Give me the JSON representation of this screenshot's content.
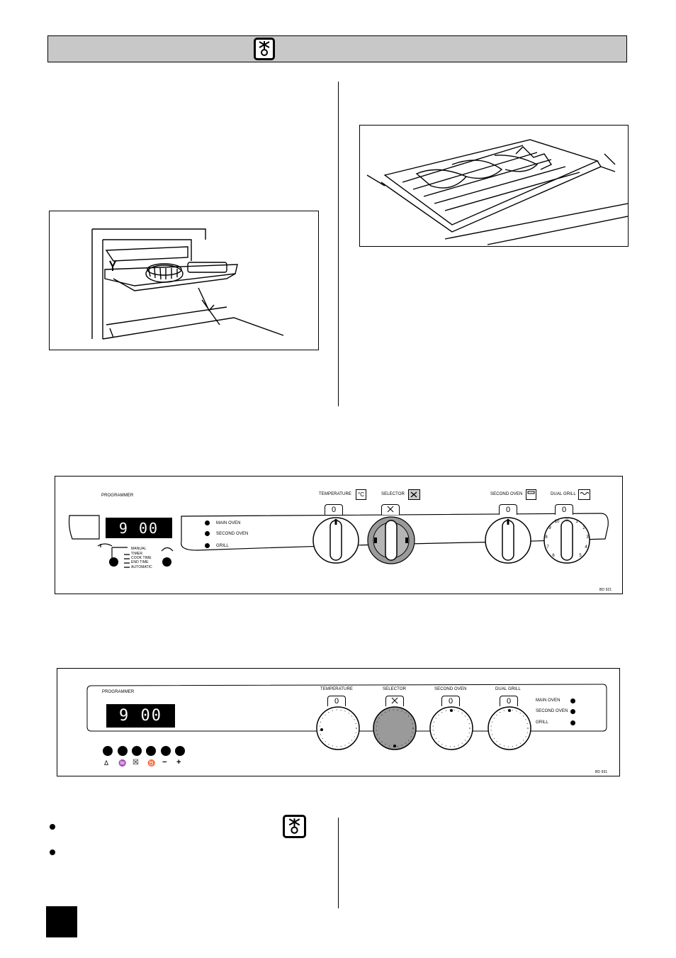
{
  "panel1": {
    "programmer_label": "PROGRAMMER",
    "display": "9 00",
    "indicators": [
      "MAIN OVEN",
      "SECOND OVEN",
      "GRILL"
    ],
    "modes": [
      "MANUAL",
      "TIMER",
      "COOK TIME",
      "END TIME",
      "AUTOMATIC"
    ],
    "knobs": [
      {
        "label": "TEMPERATURE",
        "value": "0",
        "icon": "celsius-icon"
      },
      {
        "label": "SELECTOR",
        "value": "",
        "icon": "oven-function-icon"
      },
      {
        "label": "SECOND OVEN",
        "value": "0",
        "icon": "second-oven-icon"
      },
      {
        "label": "DUAL GRILL",
        "value": "0",
        "icon": "dual-grill-icon"
      }
    ],
    "dual_grill_scale": [
      "0",
      "1",
      "2",
      "3",
      "4",
      "5",
      "6",
      "7",
      "8",
      "9",
      "10"
    ],
    "code": "BD 921"
  },
  "panel2": {
    "programmer_label": "PROGRAMMER",
    "display": "9 00",
    "knobs": [
      {
        "label": "TEMPERATURE",
        "value": "0"
      },
      {
        "label": "SELECTOR",
        "value": ""
      },
      {
        "label": "SECOND OVEN",
        "value": "0"
      },
      {
        "label": "DUAL GRILL",
        "value": "0"
      }
    ],
    "indicators": [
      "MAIN OVEN",
      "SECOND OVEN",
      "GRILL"
    ],
    "buttons": [
      {
        "icon": "bell-icon",
        "glyph": "Δ"
      },
      {
        "icon": "cook-time-icon",
        "glyph": "♒"
      },
      {
        "icon": "end-time-icon",
        "glyph": "☒"
      },
      {
        "icon": "manual-icon",
        "glyph": "♉"
      },
      {
        "icon": "minus-icon",
        "glyph": "−"
      },
      {
        "icon": "plus-icon",
        "glyph": "+"
      }
    ],
    "code": "BD 931"
  },
  "colors": {
    "header_bar": "#c8c8c8",
    "knob_grey": "#9a9a9a"
  }
}
